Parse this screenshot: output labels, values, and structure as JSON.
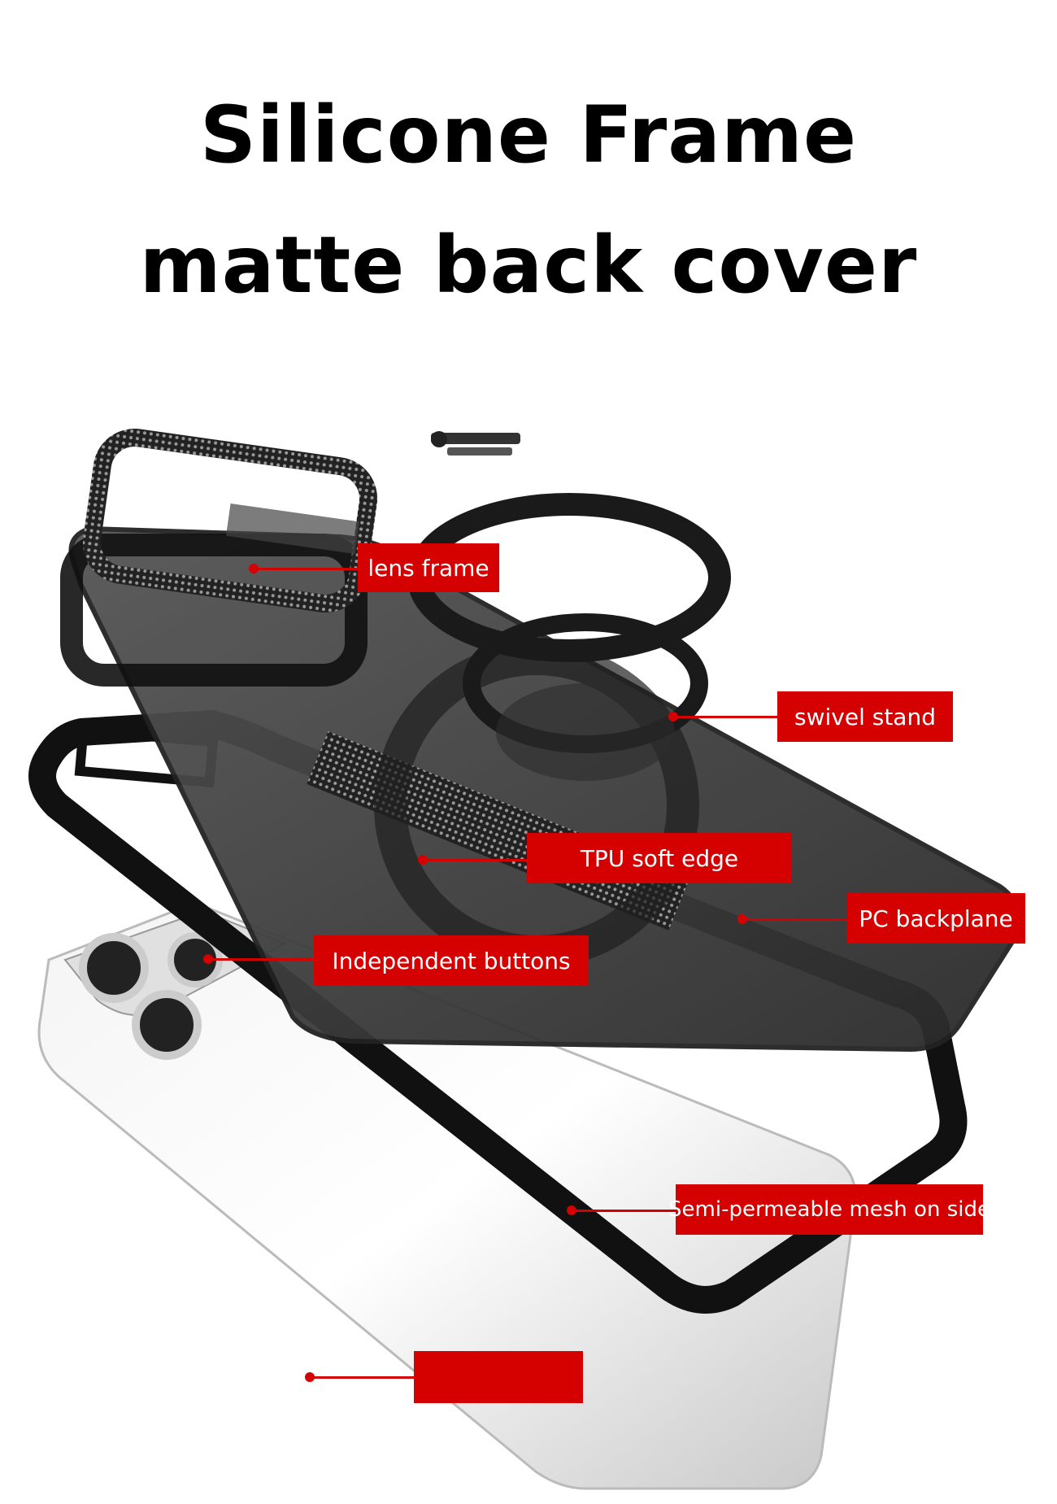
{
  "headline": {
    "line1": "Silicone Frame",
    "line2": "matte back cover"
  },
  "callouts": [
    {
      "label": "lens frame"
    },
    {
      "label": "swivel stand"
    },
    {
      "label": "TPU soft edge"
    },
    {
      "label": "PC backplane"
    },
    {
      "label": "Independent buttons"
    },
    {
      "label": "Semi-permeable mesh on side"
    },
    {
      "label": ""
    }
  ],
  "colors": {
    "accent": "#d50000",
    "frame": "#111111",
    "backplane": "#3a3a3a",
    "background": "#ffffff"
  }
}
